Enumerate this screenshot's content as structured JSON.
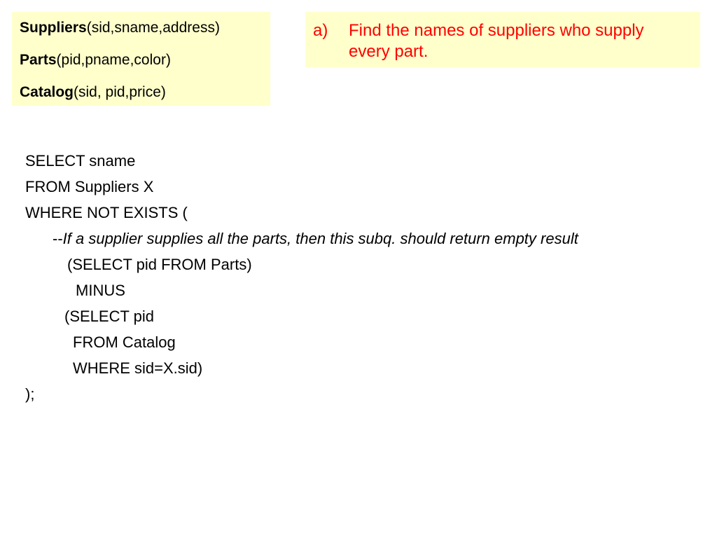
{
  "schema": {
    "suppliers": {
      "name": "Suppliers",
      "attrs": "(sid,sname,address)"
    },
    "parts": {
      "name": "Parts",
      "attrs": "(pid,pname,color)"
    },
    "catalog": {
      "name": "Catalog",
      "attrs": "(sid, pid,price)"
    }
  },
  "question": {
    "marker": "a)",
    "text": "Find the names of suppliers who supply every part."
  },
  "query": {
    "line1": "SELECT sname",
    "line2": "FROM Suppliers X",
    "line3": "WHERE NOT EXISTS (",
    "comment_prefix": "--",
    "comment_text": "If a supplier supplies all the parts, then this subq. should return empty result",
    "line5": "(SELECT pid FROM Parts)",
    "line6": "MINUS",
    "line7": "(SELECT pid",
    "line8": "FROM Catalog",
    "line9": "WHERE sid=X.sid)",
    "line10": ");"
  }
}
